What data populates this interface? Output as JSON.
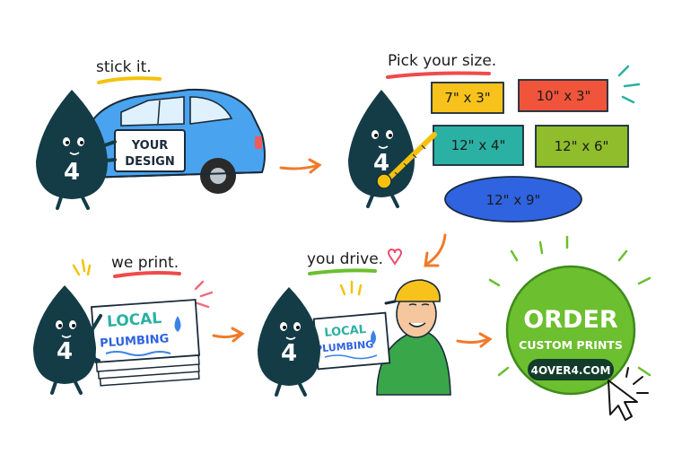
{
  "steps": {
    "stick": {
      "caption": "stick it.",
      "sign_line1": "YOUR",
      "sign_line2": "DESIGN",
      "mascot_number": "4"
    },
    "size": {
      "caption": "Pick your size.",
      "mascot_number": "4",
      "options": [
        {
          "label": "7\" x 3\"",
          "color": "#f7c21b"
        },
        {
          "label": "10\" x 3\"",
          "color": "#f0553b"
        },
        {
          "label": "12\" x 4\"",
          "color": "#2bb1a3"
        },
        {
          "label": "12\" x 6\"",
          "color": "#8fbd2c"
        },
        {
          "label": "12\" x 9\"",
          "color": "#2f63e0"
        }
      ]
    },
    "print": {
      "caption": "we print.",
      "sign_line1": "LOCAL",
      "sign_line2": "PLUMBING",
      "mascot_number": "4"
    },
    "drive": {
      "caption": "you drive.",
      "sign_line1": "LOCAL",
      "sign_line2": "PLUMBING",
      "mascot_number": "4"
    }
  },
  "cta": {
    "line1": "ORDER",
    "line2": "CUSTOM PRINTS",
    "url": "4OVER4.COM",
    "color": "#6cbf2f"
  },
  "colors": {
    "mascot": "#143c46",
    "car": "#4aa3ee",
    "arrow": "#f07a2a",
    "underline_yellow": "#f4c20d",
    "underline_red": "#ef4b4b",
    "underline_green": "#6cbf2f"
  }
}
